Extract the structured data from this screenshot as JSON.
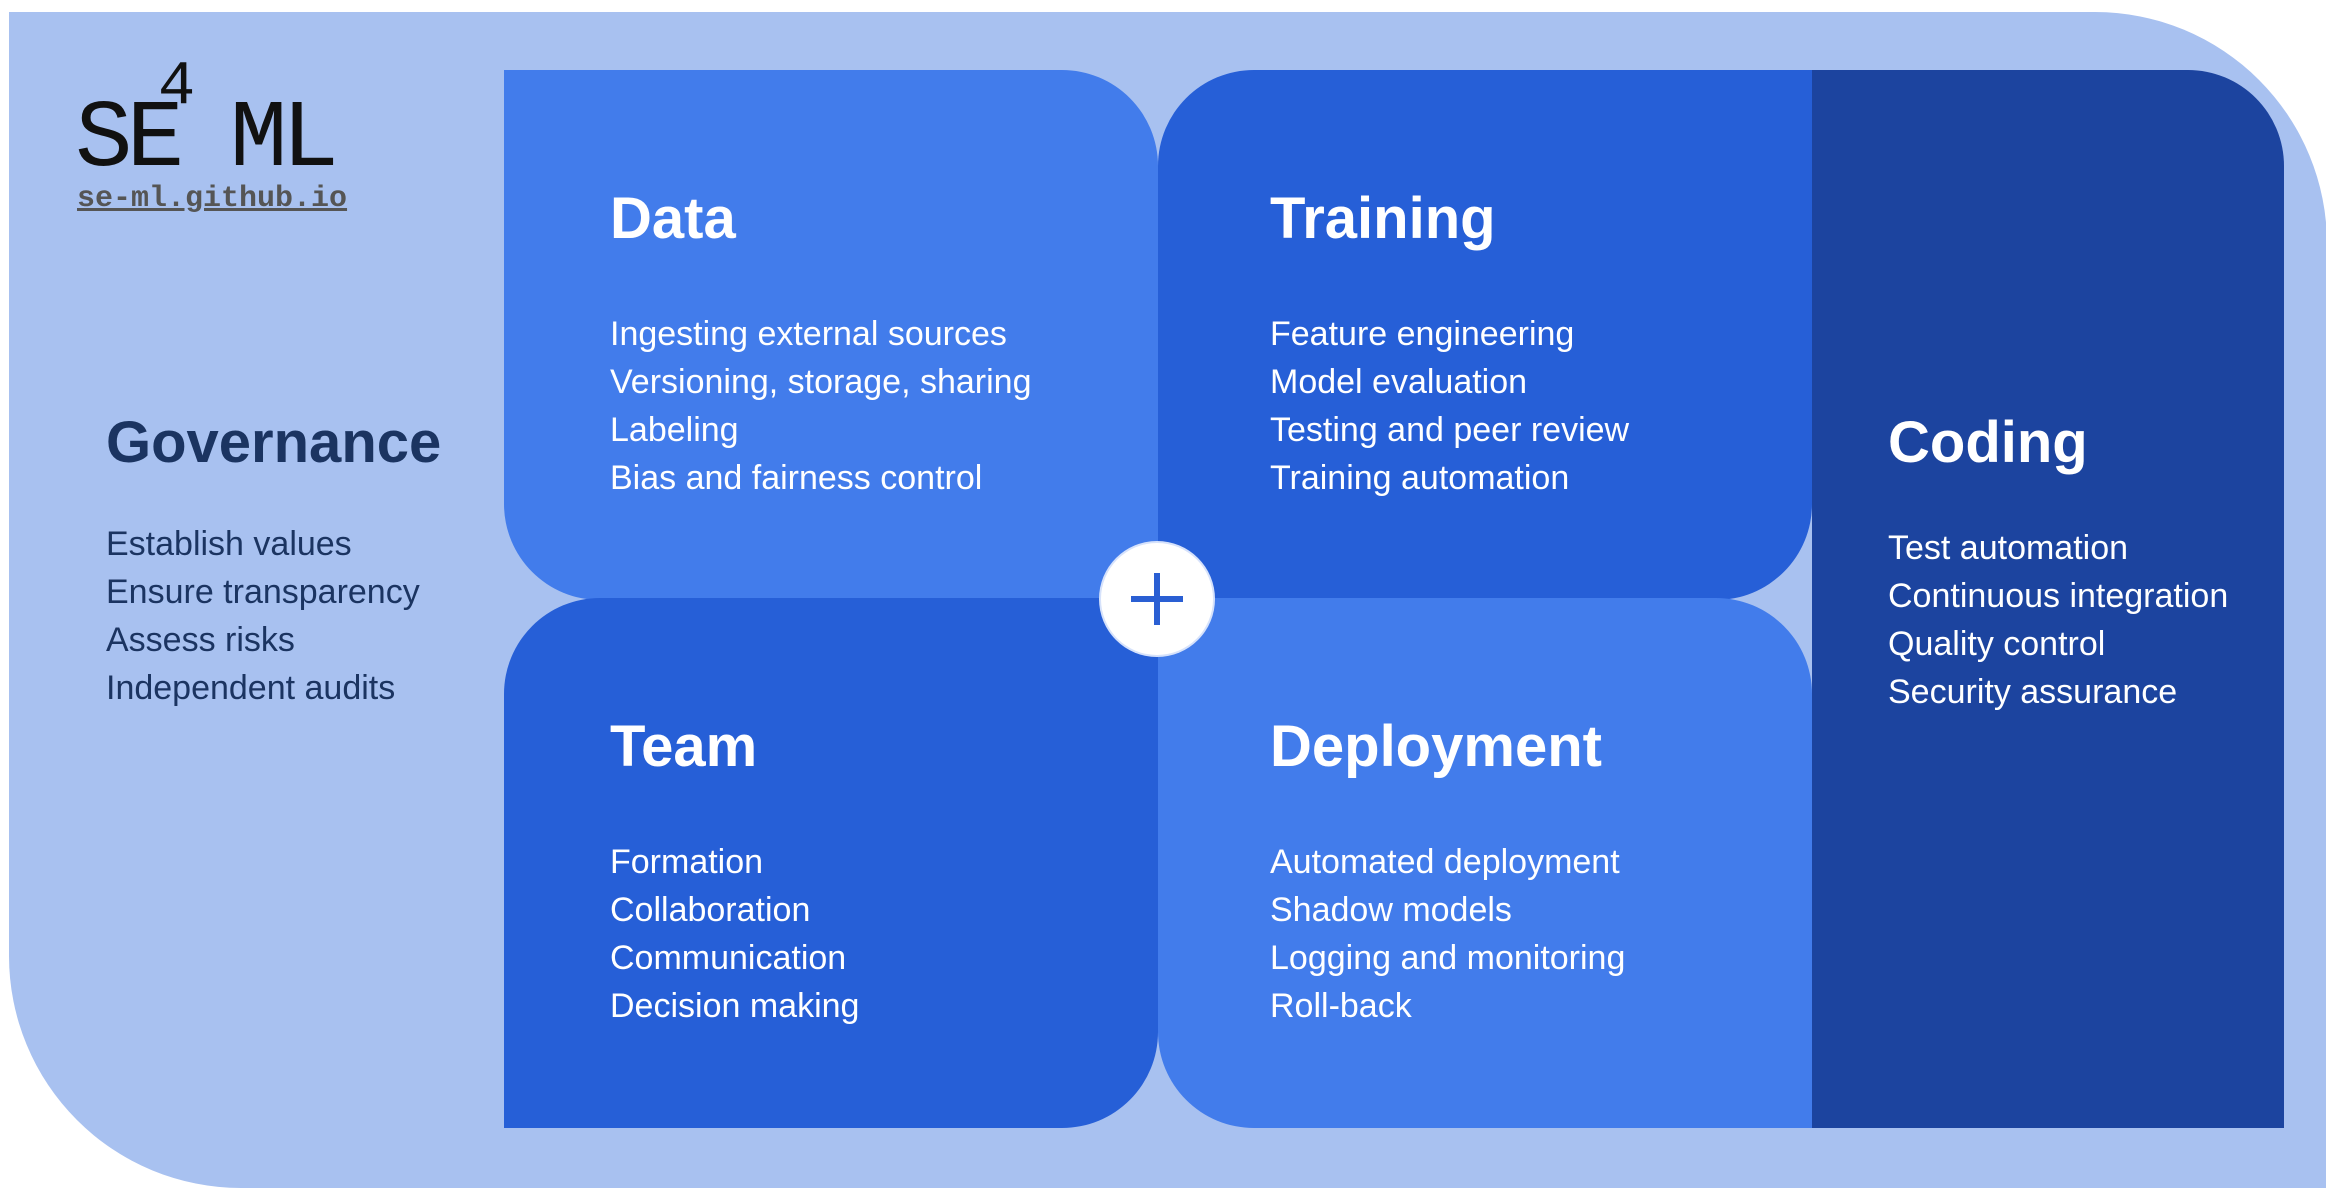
{
  "logo": {
    "main": "SE ML",
    "superscript": "4",
    "url": "se-ml.github.io"
  },
  "governance": {
    "title": "Governance",
    "items": [
      "Establish values",
      "Ensure transparency",
      "Assess risks",
      "Independent  audits"
    ]
  },
  "data": {
    "title": "Data",
    "items": [
      "Ingesting external sources",
      "Versioning, storage, sharing",
      "Labeling",
      "Bias and fairness control"
    ]
  },
  "training": {
    "title": "Training",
    "items": [
      "Feature engineering",
      "Model evaluation",
      "Testing and peer review",
      "Training automation"
    ]
  },
  "team": {
    "title": "Team",
    "items": [
      "Formation",
      "Collaboration",
      "Communication",
      "Decision making"
    ]
  },
  "deployment": {
    "title": "Deployment",
    "items": [
      "Automated deployment",
      "Shadow models",
      "Logging and monitoring",
      "Roll-back"
    ]
  },
  "coding": {
    "title": "Coding",
    "items": [
      "Test automation",
      "Continuous integration",
      "Quality control",
      "Security assurance"
    ]
  },
  "colors": {
    "background": "#a8c1f0",
    "light_blue": "#427ceb",
    "medium_blue": "#265fd7",
    "dark_blue": "#1c449f",
    "governance_text": "#1b3461"
  },
  "icons": {
    "center": "plus-icon"
  }
}
